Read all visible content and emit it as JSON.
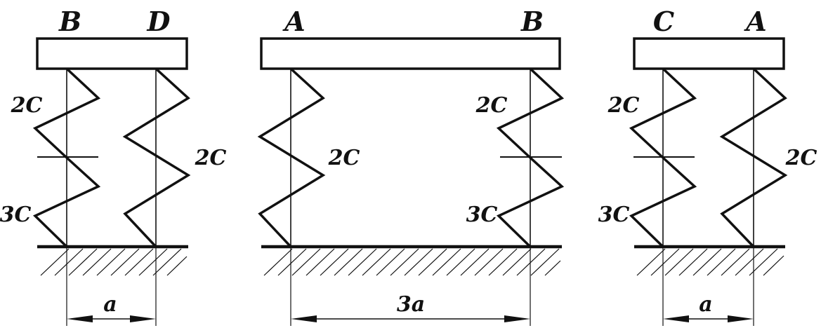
{
  "diagram": {
    "left": {
      "top_labels": [
        "B",
        "D"
      ],
      "spring_labels": {
        "upper_left": "2C",
        "lower_left": "3C",
        "right": "2C"
      },
      "dimension": "a"
    },
    "middle": {
      "top_labels": [
        "A",
        "B"
      ],
      "spring_labels": {
        "left": "2C",
        "upper_right": "2C",
        "lower_right": "3C"
      },
      "dimension": "3a"
    },
    "right": {
      "top_labels": [
        "C",
        "A"
      ],
      "spring_labels": {
        "upper_left": "2C",
        "lower_left": "3C",
        "right": "2C"
      },
      "dimension": "a"
    }
  }
}
